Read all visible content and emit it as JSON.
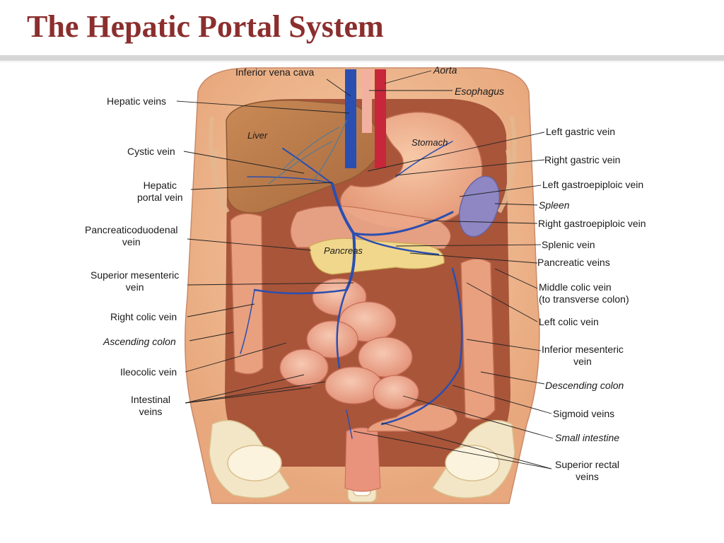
{
  "title": "The Hepatic Portal System",
  "organ_labels": {
    "liver": "Liver",
    "stomach": "Stomach",
    "pancreas": "Pancreas"
  },
  "left_labels": [
    {
      "text": "Hepatic veins",
      "italic": false
    },
    {
      "text": "Cystic vein",
      "italic": false
    },
    {
      "text": "Hepatic\nportal vein",
      "italic": false
    },
    {
      "text": "Pancreaticoduodenal\nvein",
      "italic": false
    },
    {
      "text": "Superior mesenteric\nvein",
      "italic": false
    },
    {
      "text": "Right colic vein",
      "italic": false
    },
    {
      "text": "Ascending colon",
      "italic": true
    },
    {
      "text": "Ileocolic vein",
      "italic": false
    },
    {
      "text": "Intestinal\nveins",
      "italic": false
    }
  ],
  "top_labels": [
    {
      "text": "Inferior vena cava",
      "italic": false
    },
    {
      "text": "Aorta",
      "italic": true
    },
    {
      "text": "Esophagus",
      "italic": true
    }
  ],
  "right_labels": [
    {
      "text": "Left gastric vein",
      "italic": false
    },
    {
      "text": "Right gastric vein",
      "italic": false
    },
    {
      "text": "Left gastroepiploic vein",
      "italic": false
    },
    {
      "text": "Spleen",
      "italic": true
    },
    {
      "text": "Right gastroepiploic vein",
      "italic": false
    },
    {
      "text": "Splenic vein",
      "italic": false
    },
    {
      "text": "Pancreatic veins",
      "italic": false
    },
    {
      "text": "Middle colic vein\n(to transverse colon)",
      "italic": false
    },
    {
      "text": "Left colic vein",
      "italic": false
    },
    {
      "text": "Inferior mesenteric\nvein",
      "italic": false
    },
    {
      "text": "Descending colon",
      "italic": true
    },
    {
      "text": "Sigmoid veins",
      "italic": false
    },
    {
      "text": "Small intestine",
      "italic": true
    },
    {
      "text": "Superior rectal\nveins",
      "italic": false
    }
  ],
  "colors": {
    "title": "#8b2e2e",
    "skin": "#f2c39c",
    "cavity": "#a8553a",
    "liver": "#b8784a",
    "stomach": "#efb08e",
    "intestine": "#f1b39a",
    "colon": "#e9a07f",
    "pancreas": "#f1d78c",
    "spleen": "#8f87c4",
    "vein": "#2a4fb0",
    "artery": "#c8263a",
    "bone": "#f3e6c6"
  }
}
